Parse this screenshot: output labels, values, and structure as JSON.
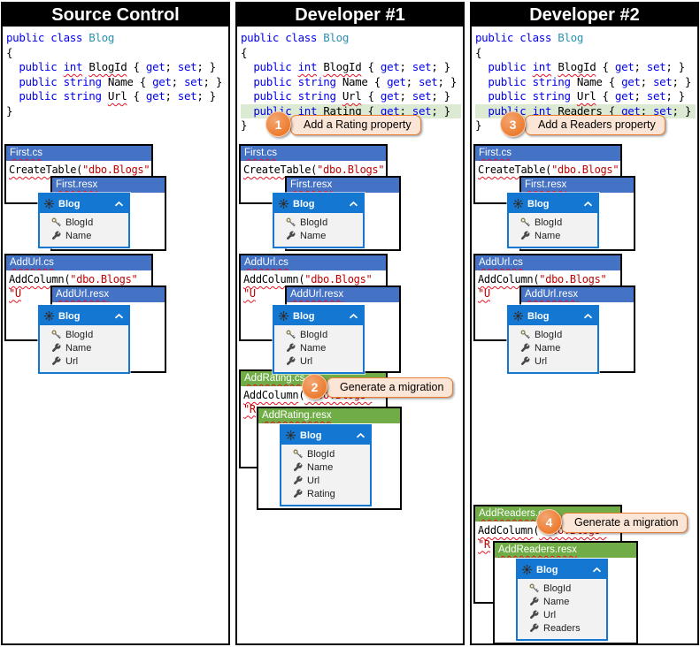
{
  "colors": {
    "panel_border": "#000000",
    "file_card_blue": "#4472C4",
    "file_card_green": "#70AD47",
    "entity_header_blue": "#1478D2",
    "callout_orange": "#ED7D31",
    "callout_fill": "#FBE5D6",
    "highlight_green": "#DCEAD3",
    "keyword_blue": "#0000EE",
    "type_teal": "#2B91AF",
    "string_red": "#C00000",
    "squiggle_red": "#E81123"
  },
  "columns": [
    {
      "title": "Source Control"
    },
    {
      "title": "Developer #1"
    },
    {
      "title": "Developer #2"
    }
  ],
  "code": {
    "src": [
      {
        "tokens": [
          {
            "t": "public class ",
            "c": "kw"
          },
          {
            "t": "Blog",
            "c": "ty"
          }
        ]
      },
      {
        "tokens": [
          {
            "t": "{"
          }
        ]
      },
      {
        "tokens": [
          {
            "t": "  "
          },
          {
            "t": "public ",
            "c": "kw"
          },
          {
            "t": "int",
            "c": "kw",
            "sq": true
          },
          {
            "t": " "
          },
          {
            "t": "BlogId",
            "sq": true
          },
          {
            "t": " { "
          },
          {
            "t": "get",
            "c": "kw"
          },
          {
            "t": "; "
          },
          {
            "t": "set",
            "c": "kw"
          },
          {
            "t": "; }"
          }
        ]
      },
      {
        "tokens": [
          {
            "t": "  "
          },
          {
            "t": "public string",
            "c": "kw"
          },
          {
            "t": " Name { "
          },
          {
            "t": "get",
            "c": "kw"
          },
          {
            "t": "; "
          },
          {
            "t": "set",
            "c": "kw"
          },
          {
            "t": "; }"
          }
        ]
      },
      {
        "tokens": [
          {
            "t": "  "
          },
          {
            "t": "public string",
            "c": "kw"
          },
          {
            "t": " "
          },
          {
            "t": "Url",
            "sq": true
          },
          {
            "t": " { "
          },
          {
            "t": "get",
            "c": "kw"
          },
          {
            "t": "; "
          },
          {
            "t": "set",
            "c": "kw"
          },
          {
            "t": "; }"
          }
        ]
      },
      {
        "tokens": [
          {
            "t": "}"
          }
        ]
      }
    ],
    "dev1": [
      {
        "tokens": [
          {
            "t": "public class ",
            "c": "kw"
          },
          {
            "t": "Blog",
            "c": "ty"
          }
        ]
      },
      {
        "tokens": [
          {
            "t": "{"
          }
        ]
      },
      {
        "tokens": [
          {
            "t": "  "
          },
          {
            "t": "public ",
            "c": "kw"
          },
          {
            "t": "int",
            "c": "kw",
            "sq": true
          },
          {
            "t": " "
          },
          {
            "t": "BlogId",
            "sq": true
          },
          {
            "t": " { "
          },
          {
            "t": "get",
            "c": "kw"
          },
          {
            "t": "; "
          },
          {
            "t": "set",
            "c": "kw"
          },
          {
            "t": "; }"
          }
        ]
      },
      {
        "tokens": [
          {
            "t": "  "
          },
          {
            "t": "public string",
            "c": "kw"
          },
          {
            "t": " Name { "
          },
          {
            "t": "get",
            "c": "kw"
          },
          {
            "t": "; "
          },
          {
            "t": "set",
            "c": "kw"
          },
          {
            "t": "; }"
          }
        ]
      },
      {
        "tokens": [
          {
            "t": "  "
          },
          {
            "t": "public string",
            "c": "kw"
          },
          {
            "t": " "
          },
          {
            "t": "Url",
            "sq": true
          },
          {
            "t": " { "
          },
          {
            "t": "get",
            "c": "kw"
          },
          {
            "t": "; "
          },
          {
            "t": "set",
            "c": "kw"
          },
          {
            "t": "; }"
          }
        ]
      },
      {
        "hl": true,
        "tokens": [
          {
            "t": "  "
          },
          {
            "t": "public ",
            "c": "kw"
          },
          {
            "t": "int",
            "c": "kw",
            "sq": true
          },
          {
            "t": " "
          },
          {
            "t": "Rating",
            "sq": true
          },
          {
            "t": " { "
          },
          {
            "t": "get",
            "c": "kw"
          },
          {
            "t": "; "
          },
          {
            "t": "set",
            "c": "kw"
          },
          {
            "t": "; }"
          }
        ]
      },
      {
        "tokens": [
          {
            "t": "}"
          }
        ]
      }
    ],
    "dev2": [
      {
        "tokens": [
          {
            "t": "public class ",
            "c": "kw"
          },
          {
            "t": "Blog",
            "c": "ty"
          }
        ]
      },
      {
        "tokens": [
          {
            "t": "{"
          }
        ]
      },
      {
        "tokens": [
          {
            "t": "  "
          },
          {
            "t": "public ",
            "c": "kw"
          },
          {
            "t": "int",
            "c": "kw",
            "sq": true
          },
          {
            "t": " "
          },
          {
            "t": "BlogId",
            "sq": true
          },
          {
            "t": " { "
          },
          {
            "t": "get",
            "c": "kw"
          },
          {
            "t": "; "
          },
          {
            "t": "set",
            "c": "kw"
          },
          {
            "t": "; }"
          }
        ]
      },
      {
        "tokens": [
          {
            "t": "  "
          },
          {
            "t": "public string",
            "c": "kw"
          },
          {
            "t": " Name { "
          },
          {
            "t": "get",
            "c": "kw"
          },
          {
            "t": "; "
          },
          {
            "t": "set",
            "c": "kw"
          },
          {
            "t": "; }"
          }
        ]
      },
      {
        "tokens": [
          {
            "t": "  "
          },
          {
            "t": "public string",
            "c": "kw"
          },
          {
            "t": " "
          },
          {
            "t": "Url",
            "sq": true
          },
          {
            "t": " { "
          },
          {
            "t": "get",
            "c": "kw"
          },
          {
            "t": "; "
          },
          {
            "t": "set",
            "c": "kw"
          },
          {
            "t": "; }"
          }
        ]
      },
      {
        "hl": true,
        "tokens": [
          {
            "t": "  "
          },
          {
            "t": "public ",
            "c": "kw"
          },
          {
            "t": "int",
            "c": "kw",
            "sq": true
          },
          {
            "t": " "
          },
          {
            "t": "Readers",
            "sq": true
          },
          {
            "t": " { "
          },
          {
            "t": "get",
            "c": "kw"
          },
          {
            "t": "; "
          },
          {
            "t": "set",
            "c": "kw"
          },
          {
            "t": "; }"
          }
        ]
      },
      {
        "tokens": [
          {
            "t": "}"
          }
        ]
      }
    ]
  },
  "cards": {
    "first_cs": {
      "title": "First.cs",
      "code": [
        {
          "tokens": [
            {
              "t": "CreateTable",
              "sq": true
            },
            {
              "t": "("
            },
            {
              "t": "\"dbo.Blogs\"",
              "c": "st",
              "sq": true
            }
          ]
        }
      ]
    },
    "first_resx": {
      "title": "First.resx"
    },
    "addurl_cs": {
      "title": "AddUrl.cs",
      "code": [
        {
          "tokens": [
            {
              "t": "AddColumn",
              "sq": true
            },
            {
              "t": "("
            },
            {
              "t": "\"dbo.Blogs\"",
              "c": "st",
              "sq": true
            }
          ]
        },
        {
          "tokens": [
            {
              "t": "\"U",
              "c": "st",
              "sq": true
            }
          ]
        }
      ]
    },
    "addurl_resx": {
      "title": "AddUrl.resx"
    },
    "addrating_cs": {
      "title": "AddRating.cs",
      "code": [
        {
          "tokens": [
            {
              "t": "AddColumn",
              "sq": true
            },
            {
              "t": "("
            },
            {
              "t": "\"dbo.Blogs\"",
              "c": "st",
              "sq": true
            }
          ]
        },
        {
          "tokens": [
            {
              "t": "\"R",
              "c": "st",
              "sq": true
            }
          ]
        }
      ]
    },
    "addrating_resx": {
      "title": "AddRating.resx"
    },
    "addreaders_cs": {
      "title": "AddReaders.cs",
      "code": [
        {
          "tokens": [
            {
              "t": "AddColumn",
              "sq": true
            },
            {
              "t": "("
            },
            {
              "t": "\"dbo.Blogs\"",
              "c": "st",
              "sq": true
            }
          ]
        },
        {
          "tokens": [
            {
              "t": "\"R",
              "c": "st",
              "sq": true
            }
          ]
        }
      ]
    },
    "addreaders_resx": {
      "title": "AddReaders.resx"
    }
  },
  "widgets": {
    "first": {
      "title": "Blog",
      "rows": [
        {
          "icon": "key",
          "label": "BlogId"
        },
        {
          "icon": "wrench",
          "label": "Name"
        }
      ]
    },
    "addurl": {
      "title": "Blog",
      "rows": [
        {
          "icon": "key",
          "label": "BlogId"
        },
        {
          "icon": "wrench",
          "label": "Name"
        },
        {
          "icon": "wrench",
          "label": "Url"
        }
      ]
    },
    "addrating": {
      "title": "Blog",
      "rows": [
        {
          "icon": "key",
          "label": "BlogId"
        },
        {
          "icon": "wrench",
          "label": "Name"
        },
        {
          "icon": "wrench",
          "label": "Url"
        },
        {
          "icon": "wrench",
          "label": "Rating"
        }
      ]
    },
    "addreaders": {
      "title": "Blog",
      "rows": [
        {
          "icon": "key",
          "label": "BlogId"
        },
        {
          "icon": "wrench",
          "label": "Name"
        },
        {
          "icon": "wrench",
          "label": "Url"
        },
        {
          "icon": "wrench",
          "label": "Readers"
        }
      ]
    }
  },
  "callouts": {
    "c1": {
      "num": "1",
      "label": "Add a Rating property"
    },
    "c2": {
      "num": "2",
      "label": "Generate a migration"
    },
    "c3": {
      "num": "3",
      "label": "Add a Readers property"
    },
    "c4": {
      "num": "4",
      "label": "Generate a migration"
    }
  }
}
